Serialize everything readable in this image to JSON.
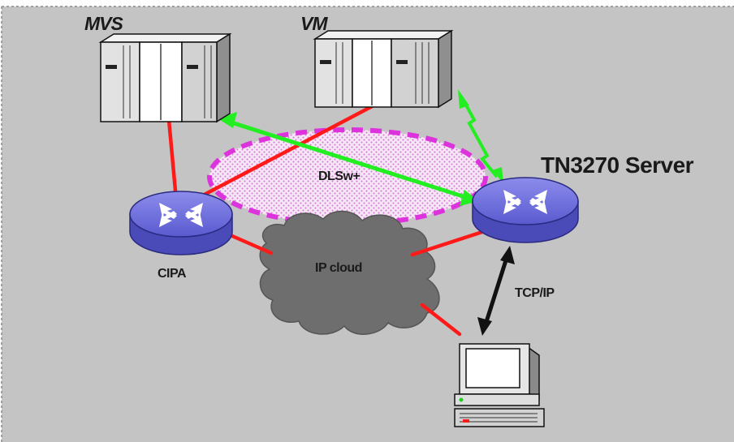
{
  "labels": {
    "mvs": "MVS",
    "vm": "VM",
    "tn3270_server": "TN3270 Server",
    "dlsw": "DLSw+",
    "cipa": "CIPA",
    "ip_cloud": "IP cloud",
    "tcpip": "TCP/IP"
  },
  "colors": {
    "background": "#c4c4c4",
    "link": "#ff1a1a",
    "dlsw_flow": "#22ee22",
    "dlsw_boundary": "#dd33dd",
    "router": "#6b6bd6",
    "cloud": "#6e6e6e"
  },
  "icons": {
    "mvs_host": "mainframe-icon",
    "vm_host": "mainframe-icon",
    "cipa_router": "router-icon",
    "tn3270_router": "router-icon",
    "terminal": "terminal-icon"
  }
}
